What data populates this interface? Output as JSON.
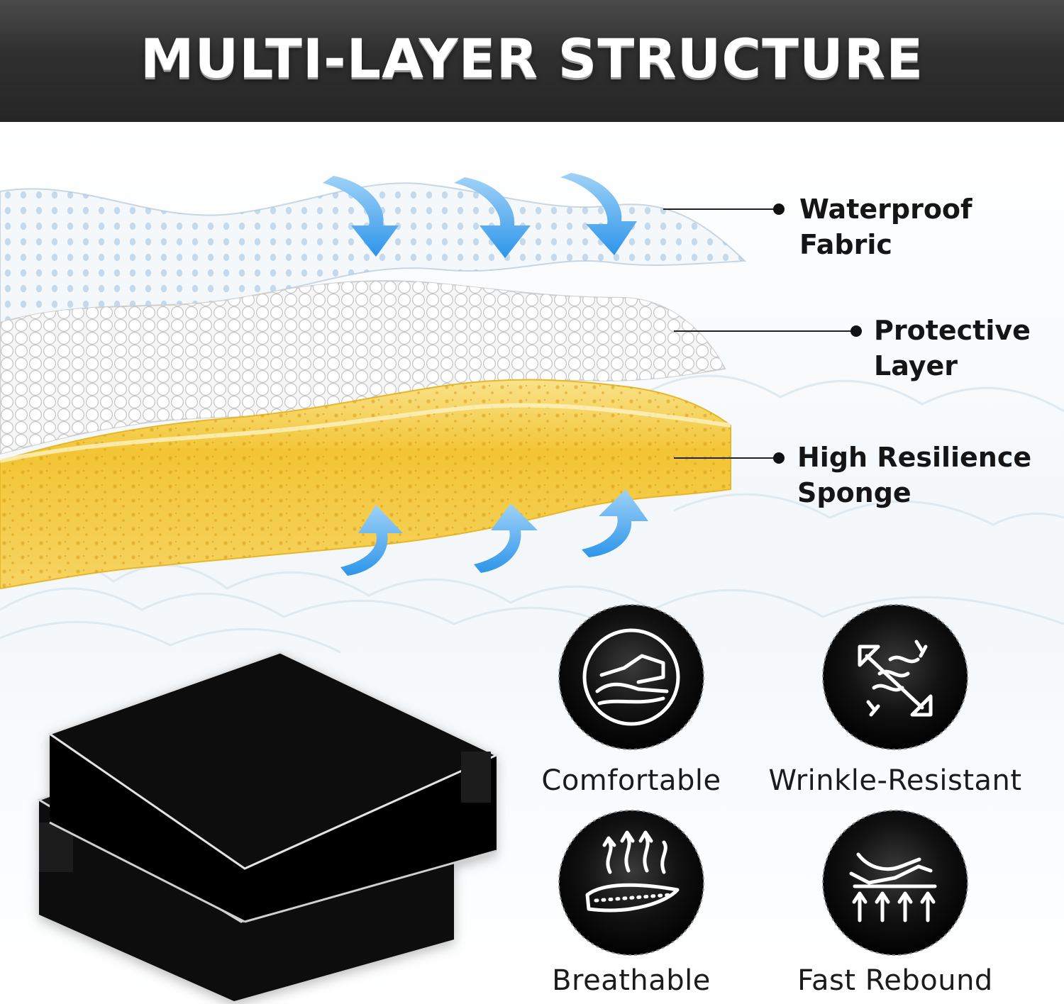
{
  "banner": {
    "title": "MULTI-LAYER STRUCTURE"
  },
  "layers": [
    {
      "line1": "Waterproof",
      "line2": "Fabric"
    },
    {
      "line1": "Protective",
      "line2": "Layer"
    },
    {
      "line1": "High Resilience",
      "line2": "Sponge"
    }
  ],
  "features": [
    {
      "label": "Comfortable",
      "icon": "hand-on-cushion-icon"
    },
    {
      "label": "Wrinkle-Resistant",
      "icon": "wrinkle-resistant-icon"
    },
    {
      "label": "Breathable",
      "icon": "breathable-icon"
    },
    {
      "label": "Fast Rebound",
      "icon": "fast-rebound-icon"
    }
  ],
  "colors": {
    "banner": "#2f2f2f",
    "arrow_blue": "#3aa3f0",
    "sponge": "#f4c430",
    "cushion": "#0b0b0b"
  }
}
